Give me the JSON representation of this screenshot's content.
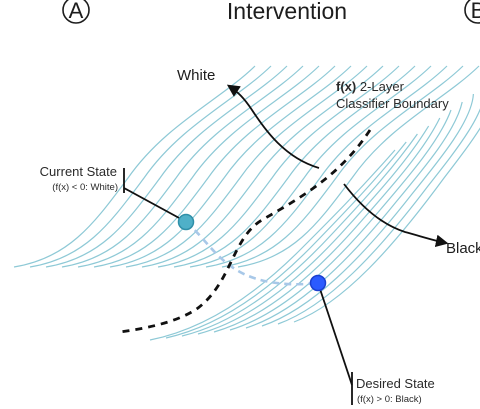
{
  "header": {
    "panel_letter_left": "A",
    "title": "Intervention",
    "panel_letter_right": "B"
  },
  "labels": {
    "white_axis": "White",
    "black_axis": "Black",
    "boundary_fx": "f(x)",
    "boundary_line1_rest": " 2-Layer",
    "boundary_line2": "Classifier Boundary",
    "current_state": "Current State",
    "current_condition": "(f(x) < 0: White)",
    "desired_state": "Desired State",
    "desired_condition": "(f(x) > 0: Black)"
  },
  "colors": {
    "contour": "#8ec9d6",
    "current_point_fill": "#4fb0c8",
    "current_point_stroke": "#2f8fa8",
    "desired_point_fill": "#2b5bff",
    "desired_point_stroke": "#1a3fcf",
    "path_dashed": "#a8c8e8",
    "boundary_dashed": "#111111",
    "arrow": "#111111",
    "text": "#1d1d1d"
  }
}
